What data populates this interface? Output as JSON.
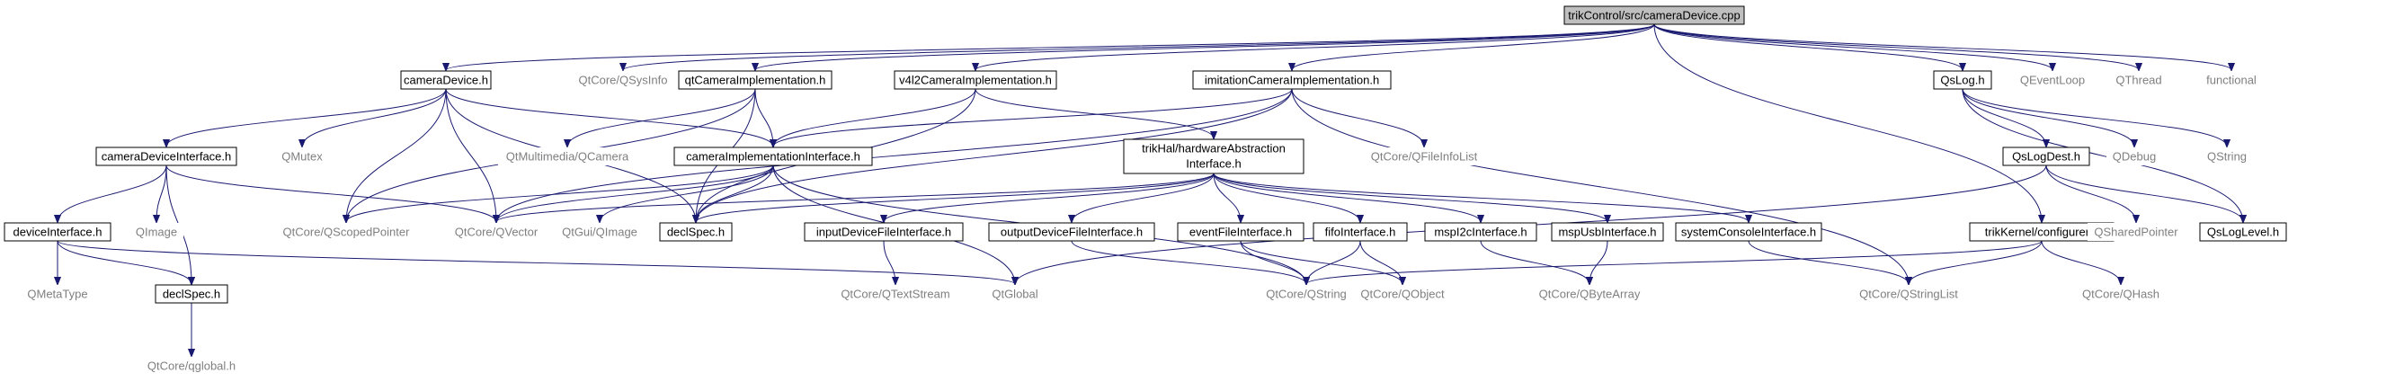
{
  "nodes": [
    {
      "id": "root",
      "label": "trikControl/src/cameraDevice.cpp",
      "style": "root"
    },
    {
      "id": "cameraDevice_h",
      "label": "cameraDevice.h",
      "style": "dark"
    },
    {
      "id": "QSysInfo",
      "label": "QtCore/QSysInfo",
      "style": "light"
    },
    {
      "id": "qtCameraImpl",
      "label": "qtCameraImplementation.h",
      "style": "dark"
    },
    {
      "id": "v4l2CameraImpl",
      "label": "v4l2CameraImplementation.h",
      "style": "dark"
    },
    {
      "id": "imitationCameraImpl",
      "label": "imitationCameraImplementation.h",
      "style": "dark"
    },
    {
      "id": "QsLog_h",
      "label": "QsLog.h",
      "style": "dark"
    },
    {
      "id": "QEventLoop",
      "label": "QEventLoop",
      "style": "light"
    },
    {
      "id": "QThread",
      "label": "QThread",
      "style": "light"
    },
    {
      "id": "functional",
      "label": "functional",
      "style": "light"
    },
    {
      "id": "cameraDeviceInterface",
      "label": "cameraDeviceInterface.h",
      "style": "dark"
    },
    {
      "id": "QMutex",
      "label": "QMutex",
      "style": "light"
    },
    {
      "id": "QCamera",
      "label": "QtMultimedia/QCamera",
      "style": "light"
    },
    {
      "id": "cameraImplInterface",
      "label": "cameraImplementationInterface.h",
      "style": "dark"
    },
    {
      "id": "hardwareAbstraction",
      "label": "trikHal/hardwareAbstraction",
      "label2": "Interface.h",
      "style": "dark"
    },
    {
      "id": "QFileInfoList",
      "label": "QtCore/QFileInfoList",
      "style": "light"
    },
    {
      "id": "QsLogDest",
      "label": "QsLogDest.h",
      "style": "dark"
    },
    {
      "id": "QDebug",
      "label": "QDebug",
      "style": "light"
    },
    {
      "id": "QString_plain",
      "label": "QString",
      "style": "light"
    },
    {
      "id": "deviceInterface",
      "label": "deviceInterface.h",
      "style": "dark"
    },
    {
      "id": "QImage",
      "label": "QImage",
      "style": "light"
    },
    {
      "id": "QScopedPointer",
      "label": "QtCore/QScopedPointer",
      "style": "light"
    },
    {
      "id": "QVector",
      "label": "QtCore/QVector",
      "style": "light"
    },
    {
      "id": "QGuiQImage",
      "label": "QtGui/QImage",
      "style": "light"
    },
    {
      "id": "declSpec_mid",
      "label": "declSpec.h",
      "style": "dark"
    },
    {
      "id": "inputDeviceFile",
      "label": "inputDeviceFileInterface.h",
      "style": "dark"
    },
    {
      "id": "outputDeviceFile",
      "label": "outputDeviceFileInterface.h",
      "style": "dark"
    },
    {
      "id": "eventFile",
      "label": "eventFileInterface.h",
      "style": "dark"
    },
    {
      "id": "fifoInterface",
      "label": "fifoInterface.h",
      "style": "dark"
    },
    {
      "id": "mspI2c",
      "label": "mspI2cInterface.h",
      "style": "dark"
    },
    {
      "id": "mspUsb",
      "label": "mspUsbInterface.h",
      "style": "dark"
    },
    {
      "id": "systemConsole",
      "label": "systemConsoleInterface.h",
      "style": "dark"
    },
    {
      "id": "trikKernelConfigurer",
      "label": "trikKernel/configurer.h",
      "style": "dark"
    },
    {
      "id": "QSharedPointer",
      "label": "QSharedPointer",
      "style": "light"
    },
    {
      "id": "QsLogLevel",
      "label": "QsLogLevel.h",
      "style": "dark"
    },
    {
      "id": "QMetaType",
      "label": "QMetaType",
      "style": "light"
    },
    {
      "id": "declSpec_left",
      "label": "declSpec.h",
      "style": "dark"
    },
    {
      "id": "QGlobal",
      "label": "QtGlobal",
      "style": "light"
    },
    {
      "id": "QTextStream",
      "label": "QtCore/QTextStream",
      "style": "light"
    },
    {
      "id": "QtCoreQString",
      "label": "QtCore/QString",
      "style": "light"
    },
    {
      "id": "QObject",
      "label": "QtCore/QObject",
      "style": "light"
    },
    {
      "id": "QByteArray",
      "label": "QtCore/QByteArray",
      "style": "light"
    },
    {
      "id": "QStringList",
      "label": "QtCore/QStringList",
      "style": "light"
    },
    {
      "id": "QHash",
      "label": "QtCore/QHash",
      "style": "light"
    },
    {
      "id": "qglobal",
      "label": "QtCore/qglobal.h",
      "style": "light"
    }
  ],
  "edges": [
    [
      "root",
      "cameraDevice_h"
    ],
    [
      "root",
      "QSysInfo"
    ],
    [
      "root",
      "qtCameraImpl"
    ],
    [
      "root",
      "v4l2CameraImpl"
    ],
    [
      "root",
      "imitationCameraImpl"
    ],
    [
      "root",
      "QsLog_h"
    ],
    [
      "root",
      "QEventLoop"
    ],
    [
      "root",
      "QThread"
    ],
    [
      "root",
      "functional"
    ],
    [
      "root",
      "trikKernelConfigurer"
    ],
    [
      "cameraDevice_h",
      "cameraDeviceInterface"
    ],
    [
      "cameraDevice_h",
      "QMutex"
    ],
    [
      "cameraDevice_h",
      "cameraImplInterface"
    ],
    [
      "cameraDevice_h",
      "QScopedPointer"
    ],
    [
      "cameraDevice_h",
      "QVector"
    ],
    [
      "cameraDevice_h",
      "declSpec_mid"
    ],
    [
      "qtCameraImpl",
      "QCamera"
    ],
    [
      "qtCameraImpl",
      "cameraImplInterface"
    ],
    [
      "qtCameraImpl",
      "QScopedPointer"
    ],
    [
      "qtCameraImpl",
      "declSpec_mid"
    ],
    [
      "v4l2CameraImpl",
      "cameraImplInterface"
    ],
    [
      "v4l2CameraImpl",
      "hardwareAbstraction"
    ],
    [
      "v4l2CameraImpl",
      "declSpec_mid"
    ],
    [
      "imitationCameraImpl",
      "cameraImplInterface"
    ],
    [
      "imitationCameraImpl",
      "QFileInfoList"
    ],
    [
      "imitationCameraImpl",
      "QVector"
    ],
    [
      "imitationCameraImpl",
      "declSpec_mid"
    ],
    [
      "imitationCameraImpl",
      "QStringList"
    ],
    [
      "QsLog_h",
      "QsLogDest"
    ],
    [
      "QsLog_h",
      "QDebug"
    ],
    [
      "QsLog_h",
      "QString_plain"
    ],
    [
      "QsLog_h",
      "QsLogLevel"
    ],
    [
      "cameraDeviceInterface",
      "deviceInterface"
    ],
    [
      "cameraDeviceInterface",
      "QImage"
    ],
    [
      "cameraDeviceInterface",
      "QVector"
    ],
    [
      "cameraDeviceInterface",
      "declSpec_left"
    ],
    [
      "cameraImplInterface",
      "QScopedPointer"
    ],
    [
      "cameraImplInterface",
      "QVector"
    ],
    [
      "cameraImplInterface",
      "QGuiQImage"
    ],
    [
      "cameraImplInterface",
      "declSpec_mid"
    ],
    [
      "cameraImplInterface",
      "QGlobal"
    ],
    [
      "cameraImplInterface",
      "QtCoreQString"
    ],
    [
      "hardwareAbstraction",
      "QVector"
    ],
    [
      "hardwareAbstraction",
      "declSpec_mid"
    ],
    [
      "hardwareAbstraction",
      "inputDeviceFile"
    ],
    [
      "hardwareAbstraction",
      "outputDeviceFile"
    ],
    [
      "hardwareAbstraction",
      "eventFile"
    ],
    [
      "hardwareAbstraction",
      "fifoInterface"
    ],
    [
      "hardwareAbstraction",
      "mspI2c"
    ],
    [
      "hardwareAbstraction",
      "mspUsb"
    ],
    [
      "hardwareAbstraction",
      "systemConsole"
    ],
    [
      "QsLogDest",
      "QSharedPointer"
    ],
    [
      "QsLogDest",
      "QsLogLevel"
    ],
    [
      "QsLogDest",
      "QGlobal"
    ],
    [
      "deviceInterface",
      "QMetaType"
    ],
    [
      "deviceInterface",
      "declSpec_left"
    ],
    [
      "deviceInterface",
      "QGlobal"
    ],
    [
      "declSpec_left",
      "qglobal"
    ],
    [
      "inputDeviceFile",
      "QTextStream"
    ],
    [
      "outputDeviceFile",
      "QtCoreQString"
    ],
    [
      "eventFile",
      "QtCoreQString"
    ],
    [
      "eventFile",
      "QObject"
    ],
    [
      "fifoInterface",
      "QtCoreQString"
    ],
    [
      "fifoInterface",
      "QObject"
    ],
    [
      "mspI2c",
      "QByteArray"
    ],
    [
      "mspUsb",
      "QByteArray"
    ],
    [
      "systemConsole",
      "QStringList"
    ],
    [
      "trikKernelConfigurer",
      "QtCoreQString"
    ],
    [
      "trikKernelConfigurer",
      "QStringList"
    ],
    [
      "trikKernelConfigurer",
      "QHash"
    ]
  ]
}
